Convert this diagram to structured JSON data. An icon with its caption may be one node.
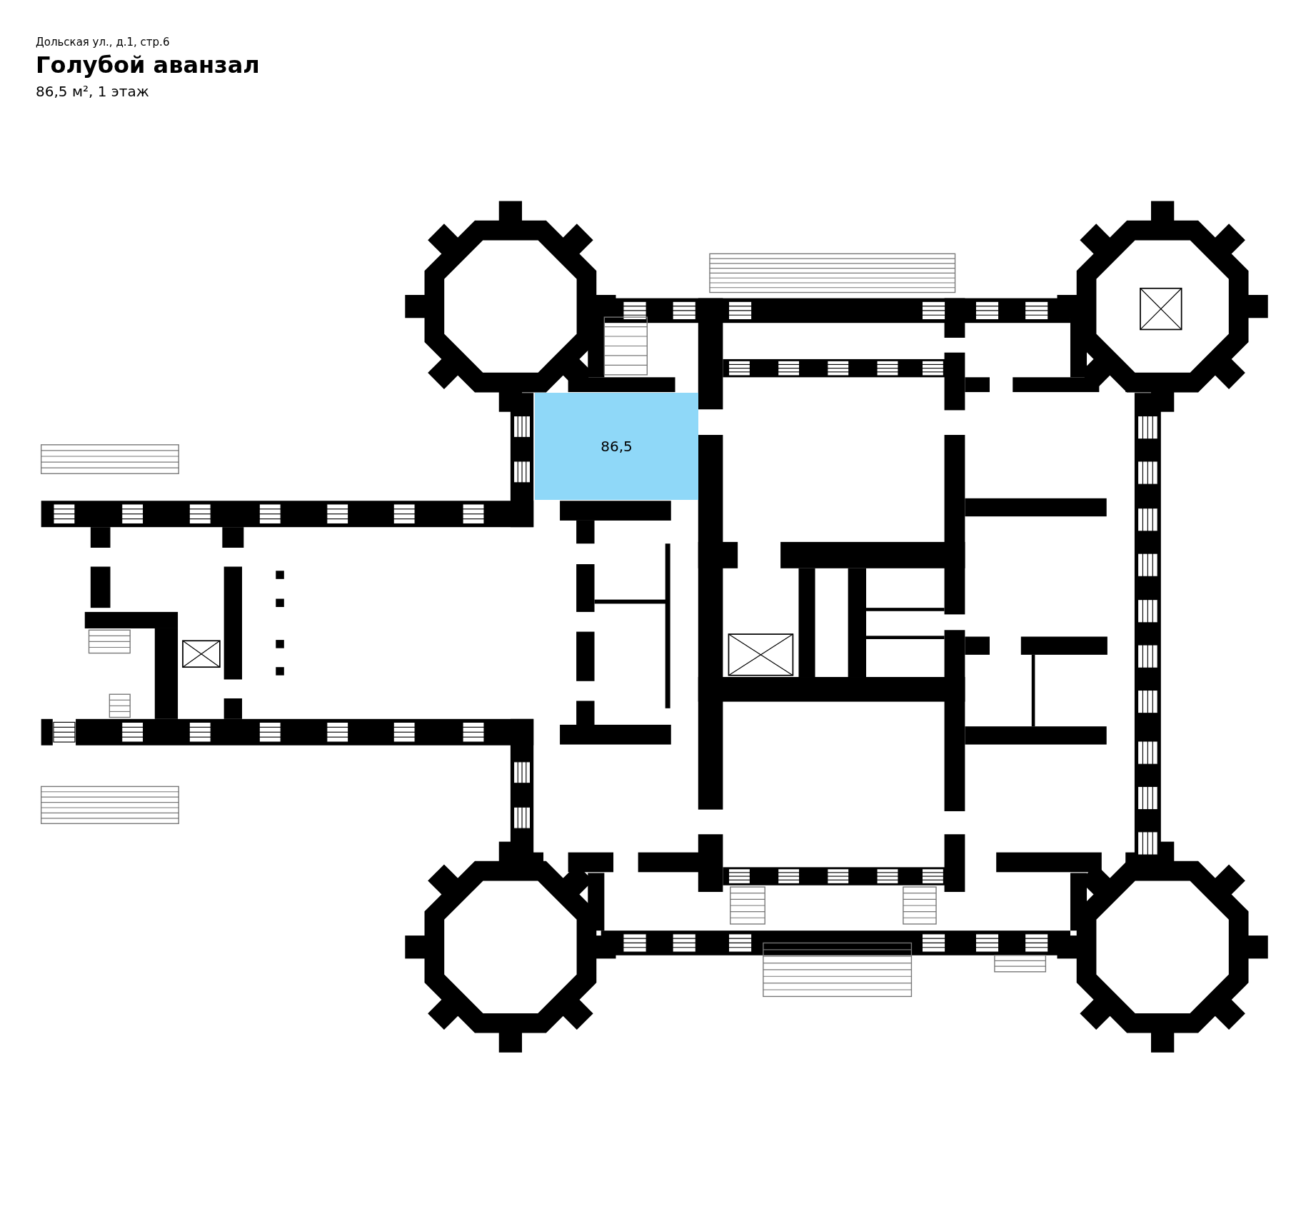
{
  "diagram": {
    "title": "Голубой аванзал",
    "nodes": [
      {
        "text": [
          "86,5"
        ]
      }
    ],
    "labels": [
      "Дольская ул., д.1, стр.6",
      "86,5 м², 1 этаж"
    ]
  }
}
